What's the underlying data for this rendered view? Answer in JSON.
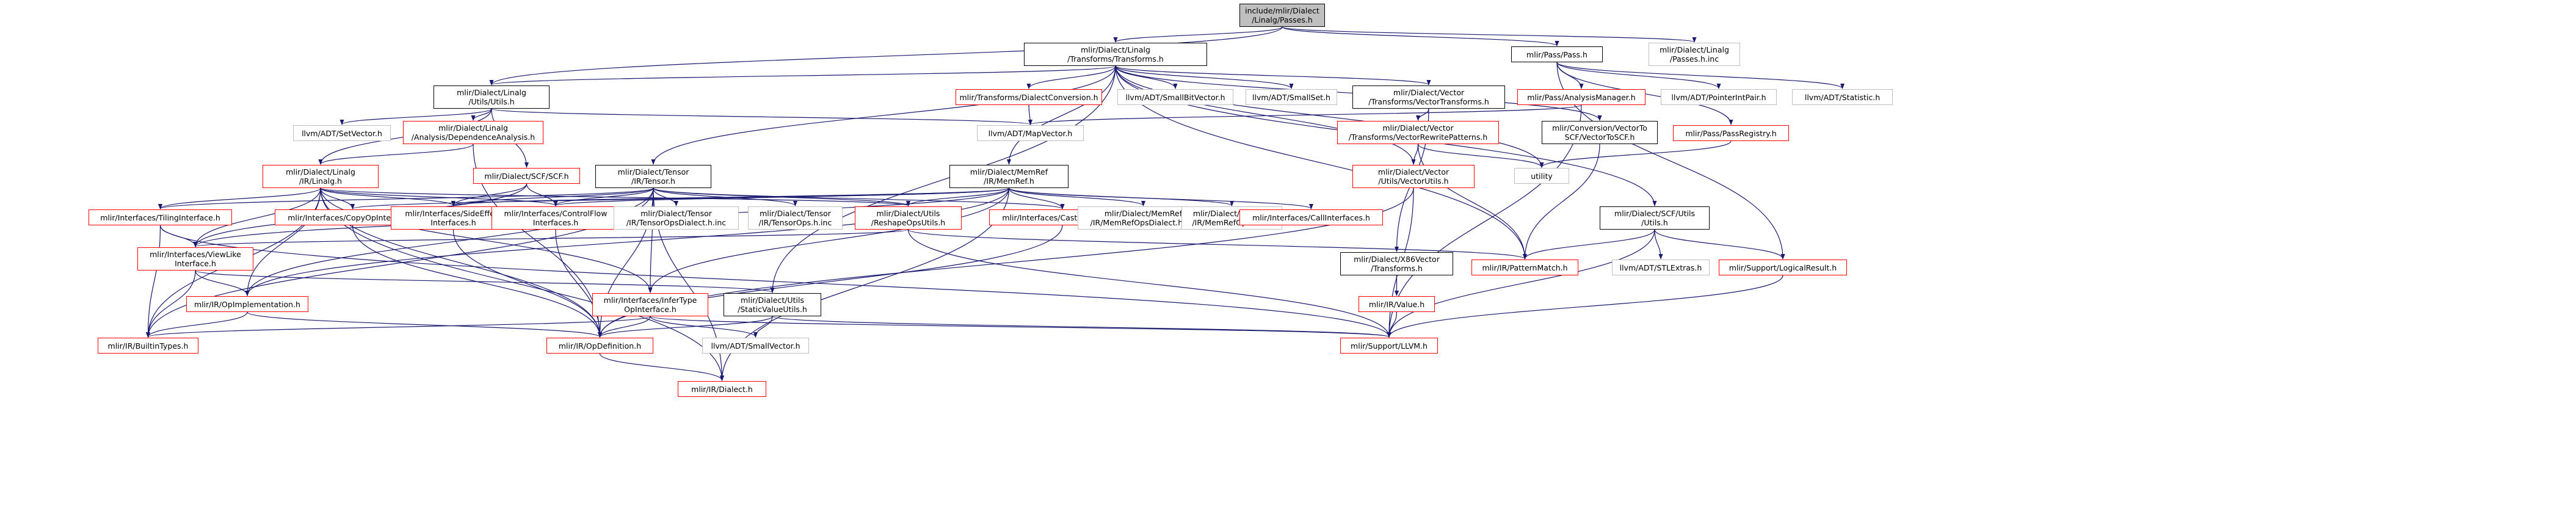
{
  "colors": {
    "edge": "#191970",
    "root_fill": "#bfbfbf",
    "border_red": "#ff0000",
    "border_black": "#000000",
    "border_gray": "#bfbfbf"
  },
  "nodes": [
    {
      "id": "root",
      "label": "include/mlir/Dialect\n/Linalg/Passes.h",
      "style": "root"
    },
    {
      "id": "transforms",
      "label": "mlir/Dialect/Linalg\n/Transforms/Transforms.h",
      "style": "black"
    },
    {
      "id": "passh",
      "label": "mlir/Pass/Pass.h",
      "style": "black"
    },
    {
      "id": "passesinc",
      "label": "mlir/Dialect/Linalg\n/Passes.h.inc",
      "style": "gray"
    },
    {
      "id": "linalgutils",
      "label": "mlir/Dialect/Linalg\n/Utils/Utils.h",
      "style": "black"
    },
    {
      "id": "dialectconv",
      "label": "mlir/Transforms/DialectConversion.h",
      "style": "red"
    },
    {
      "id": "smallbitvector",
      "label": "llvm/ADT/SmallBitVector.h",
      "style": "gray"
    },
    {
      "id": "smallset",
      "label": "llvm/ADT/SmallSet.h",
      "style": "gray"
    },
    {
      "id": "vectortransforms",
      "label": "mlir/Dialect/Vector\n/Transforms/VectorTransforms.h",
      "style": "black"
    },
    {
      "id": "analysismanager",
      "label": "mlir/Pass/AnalysisManager.h",
      "style": "red"
    },
    {
      "id": "pointerintpair",
      "label": "llvm/ADT/PointerIntPair.h",
      "style": "gray"
    },
    {
      "id": "statistic",
      "label": "llvm/ADT/Statistic.h",
      "style": "gray"
    },
    {
      "id": "setvector",
      "label": "llvm/ADT/SetVector.h",
      "style": "gray"
    },
    {
      "id": "depanalysis",
      "label": "mlir/Dialect/Linalg\n/Analysis/DependenceAnalysis.h",
      "style": "red"
    },
    {
      "id": "mapvector",
      "label": "llvm/ADT/MapVector.h",
      "style": "gray"
    },
    {
      "id": "vectorrewrite",
      "label": "mlir/Dialect/Vector\n/Transforms/VectorRewritePatterns.h",
      "style": "red"
    },
    {
      "id": "vectortoscf",
      "label": "mlir/Conversion/VectorTo\nSCF/VectorToSCF.h",
      "style": "black"
    },
    {
      "id": "passregistry",
      "label": "mlir/Pass/PassRegistry.h",
      "style": "red"
    },
    {
      "id": "scfh",
      "label": "mlir/Dialect/SCF/SCF.h",
      "style": "red"
    },
    {
      "id": "linalgh",
      "label": "mlir/Dialect/Linalg\n/IR/Linalg.h",
      "style": "red"
    },
    {
      "id": "tensorh",
      "label": "mlir/Dialect/Tensor\n/IR/Tensor.h",
      "style": "black"
    },
    {
      "id": "memrefh",
      "label": "mlir/Dialect/MemRef\n/IR/MemRef.h",
      "style": "black"
    },
    {
      "id": "vectorutils",
      "label": "mlir/Dialect/Vector\n/Utils/VectorUtils.h",
      "style": "red"
    },
    {
      "id": "utility",
      "label": "utility",
      "style": "gray"
    },
    {
      "id": "scfutils",
      "label": "mlir/Dialect/SCF/Utils\n/Utils.h",
      "style": "black"
    },
    {
      "id": "tilingiface",
      "label": "mlir/Interfaces/TilingInterface.h",
      "style": "red"
    },
    {
      "id": "copyopiface",
      "label": "mlir/Interfaces/CopyOpInterface.h",
      "style": "red"
    },
    {
      "id": "sideeffect",
      "label": "mlir/Interfaces/SideEffect\nInterfaces.h",
      "style": "red"
    },
    {
      "id": "controlflow",
      "label": "mlir/Interfaces/ControlFlow\nInterfaces.h",
      "style": "red"
    },
    {
      "id": "tensoropsdialect",
      "label": "mlir/Dialect/Tensor\n/IR/TensorOpsDialect.h.inc",
      "style": "gray"
    },
    {
      "id": "tensoropshinc",
      "label": "mlir/Dialect/Tensor\n/IR/TensorOps.h.inc",
      "style": "gray"
    },
    {
      "id": "reshapeops",
      "label": "mlir/Dialect/Utils\n/ReshapeOpsUtils.h",
      "style": "red"
    },
    {
      "id": "castiface",
      "label": "mlir/Interfaces/CastInterfaces.h",
      "style": "red"
    },
    {
      "id": "memrefopsdialect",
      "label": "mlir/Dialect/MemRef\n/IR/MemRefOpsDialect.h.inc",
      "style": "gray"
    },
    {
      "id": "memrefopshinc",
      "label": "mlir/Dialect/MemRef\n/IR/MemRefOps.h.inc",
      "style": "gray"
    },
    {
      "id": "calliface",
      "label": "mlir/Interfaces/CallInterfaces.h",
      "style": "red"
    },
    {
      "id": "viewlike",
      "label": "mlir/Interfaces/ViewLike\nInterface.h",
      "style": "red"
    },
    {
      "id": "x86vector",
      "label": "mlir/Dialect/X86Vector\n/Transforms.h",
      "style": "black"
    },
    {
      "id": "patternmatch",
      "label": "mlir/IR/PatternMatch.h",
      "style": "red"
    },
    {
      "id": "stlextras",
      "label": "llvm/ADT/STLExtras.h",
      "style": "gray"
    },
    {
      "id": "logicalresult",
      "label": "mlir/Support/LogicalResult.h",
      "style": "red"
    },
    {
      "id": "opimpl",
      "label": "mlir/IR/OpImplementation.h",
      "style": "red"
    },
    {
      "id": "infertype",
      "label": "mlir/Interfaces/InferType\nOpInterface.h",
      "style": "red"
    },
    {
      "id": "staticvalue",
      "label": "mlir/Dialect/Utils\n/StaticValueUtils.h",
      "style": "black"
    },
    {
      "id": "valueh",
      "label": "mlir/IR/Value.h",
      "style": "red"
    },
    {
      "id": "builtintypes",
      "label": "mlir/IR/BuiltinTypes.h",
      "style": "red"
    },
    {
      "id": "opdefinition",
      "label": "mlir/IR/OpDefinition.h",
      "style": "red"
    },
    {
      "id": "smallvector",
      "label": "llvm/ADT/SmallVector.h",
      "style": "gray"
    },
    {
      "id": "llvmh",
      "label": "mlir/Support/LLVM.h",
      "style": "red"
    },
    {
      "id": "dialecth",
      "label": "mlir/IR/Dialect.h",
      "style": "red"
    }
  ],
  "edges": [
    [
      "root",
      "transforms"
    ],
    [
      "root",
      "passh"
    ],
    [
      "root",
      "passesinc"
    ],
    [
      "root",
      "linalgutils"
    ],
    [
      "transforms",
      "linalgutils"
    ],
    [
      "transforms",
      "dialectconv"
    ],
    [
      "transforms",
      "smallbitvector"
    ],
    [
      "transforms",
      "smallset"
    ],
    [
      "transforms",
      "vectortransforms"
    ],
    [
      "transforms",
      "tensorh"
    ],
    [
      "transforms",
      "memrefh"
    ],
    [
      "transforms",
      "vectorutils"
    ],
    [
      "transforms",
      "utility"
    ],
    [
      "transforms",
      "vectortoscf"
    ],
    [
      "transforms",
      "scfutils"
    ],
    [
      "transforms",
      "patternmatch"
    ],
    [
      "transforms",
      "staticvalue"
    ],
    [
      "passh",
      "analysismanager"
    ],
    [
      "passh",
      "pointerintpair"
    ],
    [
      "passh",
      "statistic"
    ],
    [
      "passh",
      "passregistry"
    ],
    [
      "passh",
      "logicalresult"
    ],
    [
      "linalgutils",
      "setvector"
    ],
    [
      "linalgutils",
      "depanalysis"
    ],
    [
      "linalgutils",
      "mapvector"
    ],
    [
      "linalgutils",
      "scfh"
    ],
    [
      "linalgutils",
      "linalgh"
    ],
    [
      "depanalysis",
      "linalgh"
    ],
    [
      "depanalysis",
      "opdefinition"
    ],
    [
      "dialectconv",
      "mapvector"
    ],
    [
      "analysismanager",
      "mapvector"
    ],
    [
      "analysismanager",
      "llvmh"
    ],
    [
      "vectortransforms",
      "vectorrewrite"
    ],
    [
      "vectortransforms",
      "x86vector"
    ],
    [
      "vectorrewrite",
      "vectorutils"
    ],
    [
      "vectorrewrite",
      "utility"
    ],
    [
      "vectorrewrite",
      "patternmatch"
    ],
    [
      "vectortoscf",
      "patternmatch"
    ],
    [
      "passregistry",
      "utility"
    ],
    [
      "scfh",
      "sideeffect"
    ],
    [
      "scfh",
      "controlflow"
    ],
    [
      "scfh",
      "viewlike"
    ],
    [
      "linalgh",
      "tilingiface"
    ],
    [
      "linalgh",
      "copyopiface"
    ],
    [
      "linalgh",
      "sideeffect"
    ],
    [
      "linalgh",
      "controlflow"
    ],
    [
      "linalgh",
      "viewlike"
    ],
    [
      "linalgh",
      "opimpl"
    ],
    [
      "linalgh",
      "infertype"
    ],
    [
      "linalgh",
      "builtintypes"
    ],
    [
      "linalgh",
      "dialecth"
    ],
    [
      "linalgh",
      "reshapeops"
    ],
    [
      "linalgh",
      "opdefinition"
    ],
    [
      "tensorh",
      "tilingiface"
    ],
    [
      "tensorh",
      "sideeffect"
    ],
    [
      "tensorh",
      "controlflow"
    ],
    [
      "tensorh",
      "tensoropsdialect"
    ],
    [
      "tensorh",
      "tensoropshinc"
    ],
    [
      "tensorh",
      "reshapeops"
    ],
    [
      "tensorh",
      "castiface"
    ],
    [
      "tensorh",
      "infertype"
    ],
    [
      "tensorh",
      "opimpl"
    ],
    [
      "tensorh",
      "opdefinition"
    ],
    [
      "tensorh",
      "dialecth"
    ],
    [
      "tensorh",
      "builtintypes"
    ],
    [
      "memrefh",
      "copyopiface"
    ],
    [
      "memrefh",
      "sideeffect"
    ],
    [
      "memrefh",
      "controlflow"
    ],
    [
      "memrefh",
      "reshapeops"
    ],
    [
      "memrefh",
      "castiface"
    ],
    [
      "memrefh",
      "memrefopsdialect"
    ],
    [
      "memrefh",
      "memrefopshinc"
    ],
    [
      "memrefh",
      "calliface"
    ],
    [
      "memrefh",
      "viewlike"
    ],
    [
      "memrefh",
      "opimpl"
    ],
    [
      "memrefh",
      "infertype"
    ],
    [
      "memrefh",
      "dialecth"
    ],
    [
      "vectorutils",
      "llvmh"
    ],
    [
      "vectorutils",
      "opdefinition"
    ],
    [
      "scfutils",
      "patternmatch"
    ],
    [
      "scfutils",
      "stlextras"
    ],
    [
      "scfutils",
      "logicalresult"
    ],
    [
      "scfutils",
      "llvmh"
    ],
    [
      "tilingiface",
      "viewlike"
    ],
    [
      "tilingiface",
      "builtintypes"
    ],
    [
      "tilingiface",
      "llvmh"
    ],
    [
      "copyopiface",
      "opdefinition"
    ],
    [
      "sideeffect",
      "opdefinition"
    ],
    [
      "controlflow",
      "opdefinition"
    ],
    [
      "reshapeops",
      "viewlike"
    ],
    [
      "reshapeops",
      "patternmatch"
    ],
    [
      "reshapeops",
      "llvmh"
    ],
    [
      "castiface",
      "opdefinition"
    ],
    [
      "viewlike",
      "opimpl"
    ],
    [
      "viewlike",
      "builtintypes"
    ],
    [
      "viewlike",
      "staticvalue"
    ],
    [
      "x86vector",
      "valueh"
    ],
    [
      "valueh",
      "llvmh"
    ],
    [
      "logicalresult",
      "llvmh"
    ],
    [
      "opimpl",
      "opdefinition"
    ],
    [
      "opimpl",
      "builtintypes"
    ],
    [
      "infertype",
      "opdefinition"
    ],
    [
      "infertype",
      "builtintypes"
    ],
    [
      "infertype",
      "smallvector"
    ],
    [
      "infertype",
      "llvmh"
    ],
    [
      "staticvalue",
      "opdefinition"
    ],
    [
      "staticvalue",
      "smallvector"
    ],
    [
      "staticvalue",
      "llvmh"
    ],
    [
      "opdefinition",
      "dialecth"
    ]
  ]
}
